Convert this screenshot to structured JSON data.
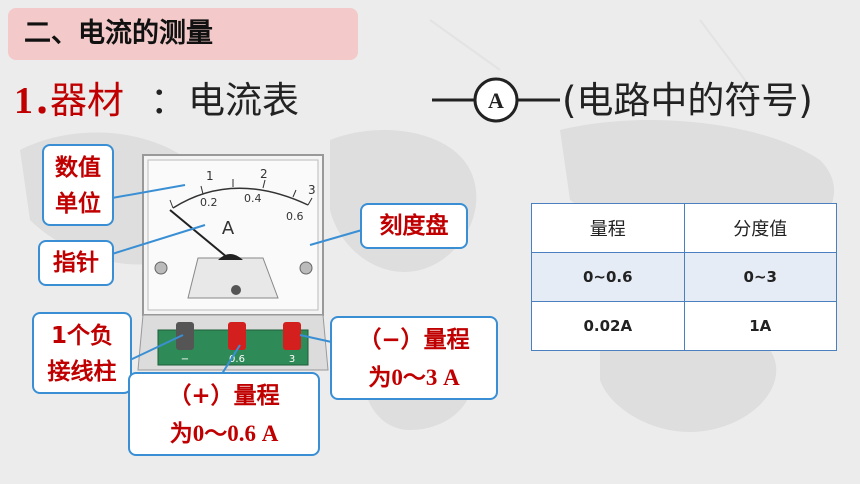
{
  "section_title": "二、电流的测量",
  "heading": {
    "number": "1．",
    "label": "器材",
    "colon": "：",
    "item": "电流表"
  },
  "symbol": {
    "letter": "A",
    "caption": "(电路中的符号)"
  },
  "callouts": {
    "unit_line1": "数值",
    "unit_line2": "单位",
    "pointer": "指针",
    "dial": "刻度盘",
    "neg_line1": "1个负",
    "neg_line2": "接线柱",
    "small_range_line1": "（+）量程",
    "small_range_line2": "为0～0.6 A",
    "large_range_line1": "（−）量程",
    "large_range_line2": "为0～3 A"
  },
  "meter": {
    "scale_top": [
      "1",
      "2",
      "3"
    ],
    "scale_bottom": [
      "0.2",
      "0.4",
      "0.6"
    ],
    "face_letter": "A",
    "terminal_labels": [
      "−",
      "0.6",
      "3"
    ]
  },
  "table": {
    "headers": [
      "量程",
      "分度值"
    ],
    "rows": [
      [
        "0~0.6",
        "0~3"
      ],
      [
        "0.02A",
        "1A"
      ]
    ]
  },
  "colors": {
    "accent_red": "#c00000",
    "title_bg": "#f3c9c9",
    "callout_border": "#3a8fd4",
    "table_border": "#4a7fc0"
  }
}
